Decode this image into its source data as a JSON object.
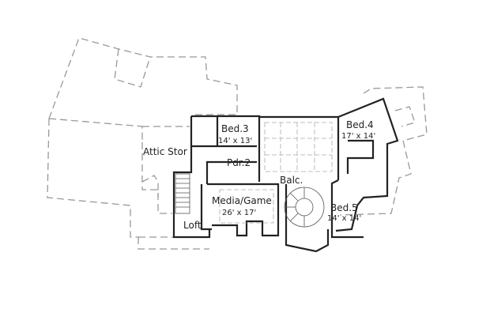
{
  "plan": {
    "rooms": [
      {
        "name": "Bed.3",
        "size": "14' x 13'"
      },
      {
        "name": "Bed.4",
        "size": "17' x 14'"
      },
      {
        "name": "Attic Stor",
        "size": ""
      },
      {
        "name": "Pdr.2",
        "size": ""
      },
      {
        "name": "Balc.",
        "size": ""
      },
      {
        "name": "Media/Game",
        "size": "26' x 17'"
      },
      {
        "name": "Bed.5",
        "size": "14' x 14'"
      },
      {
        "name": "Loft",
        "size": ""
      }
    ],
    "colors": {
      "wall": "#222222",
      "dashed_outline": "#999999"
    }
  }
}
